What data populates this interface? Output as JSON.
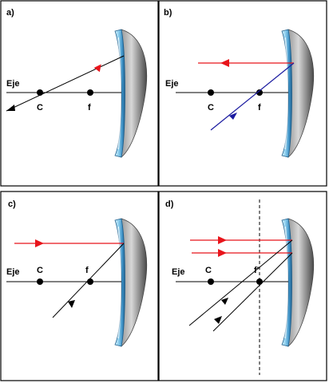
{
  "panels": [
    {
      "id": "a",
      "label": "a)",
      "axis_label": "Eje",
      "center_label": "C",
      "focus_label": "f"
    },
    {
      "id": "b",
      "label": "b)",
      "axis_label": "Eje",
      "center_label": "C",
      "focus_label": "f"
    },
    {
      "id": "c",
      "label": "c)",
      "axis_label": "Eje",
      "center_label": "C",
      "focus_label": "f"
    },
    {
      "id": "d",
      "label": "d)",
      "axis_label": "Eje",
      "center_label": "C",
      "focus_label": "f'"
    }
  ],
  "colors": {
    "frame": "#000000",
    "incident_ray": "#e8141b",
    "reflected_ray_b": "#1a1aa0",
    "reflected_ray": "#000000",
    "mirror_light": "#b8e4f7",
    "mirror_mid": "#4aa6d8",
    "mirror_dark": "#3a3a3a"
  }
}
